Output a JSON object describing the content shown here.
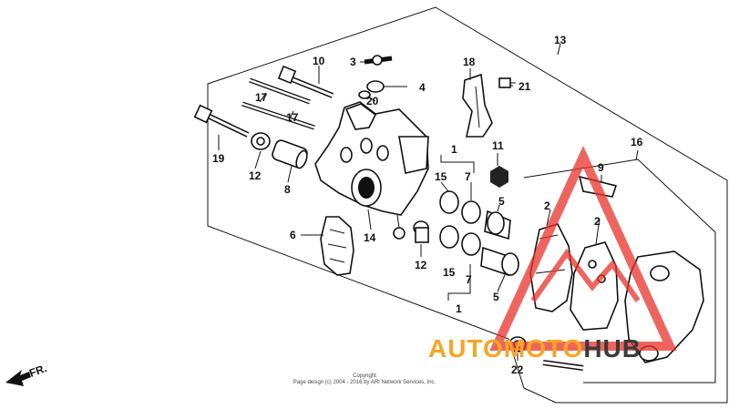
{
  "diagram": {
    "callouts": {
      "c1a": "1",
      "c1b": "1",
      "c2a": "2",
      "c2b": "2",
      "c3": "3",
      "c4": "4",
      "c5a": "5",
      "c5b": "5",
      "c6": "6",
      "c7a": "7",
      "c7b": "7",
      "c8": "8",
      "c9": "9",
      "c10": "10",
      "c11": "11",
      "c12a": "12",
      "c12b": "12",
      "c13": "13",
      "c14": "14",
      "c15a": "15",
      "c15b": "15",
      "c16": "16",
      "c17a": "17",
      "c17b": "17",
      "c18": "18",
      "c19": "19",
      "c20": "20",
      "c21": "21",
      "c22": "22"
    },
    "direction_label": "FR.",
    "copyright_title": "Copyright",
    "copyright_line": "Page design (c) 2004 - 2016 by ARI Network Services, Inc."
  },
  "watermark": {
    "text_part1": "AUTO",
    "text_part2": "MOTO",
    "text_part3": "HUB",
    "colors": {
      "red": "#e8322b",
      "orange": "#f5a623",
      "dark": "#3a3a3a"
    }
  }
}
